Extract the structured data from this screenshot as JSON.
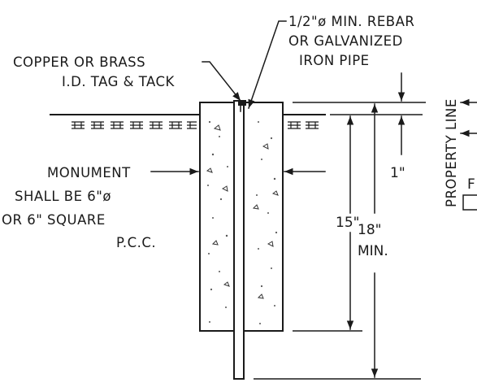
{
  "diagram": {
    "labels": {
      "rebar_line1": "1/2\"ø MIN. REBAR",
      "rebar_line2": "OR GALVANIZED",
      "rebar_line3": "IRON PIPE",
      "tag_line1": "COPPER OR BRASS",
      "tag_line2": "I.D. TAG & TACK",
      "monument_line1": "MONUMENT",
      "monument_line2": "SHALL BE 6\"ø",
      "monument_line3": "OR 6\" SQUARE",
      "monument_line4": "P.C.C.",
      "property_line": "PROPERTY LINE",
      "partial_right": "F"
    },
    "dimensions": {
      "one_inch": "1\"",
      "fifteen": "15\"",
      "eighteen": "18\"",
      "min": "MIN."
    }
  }
}
